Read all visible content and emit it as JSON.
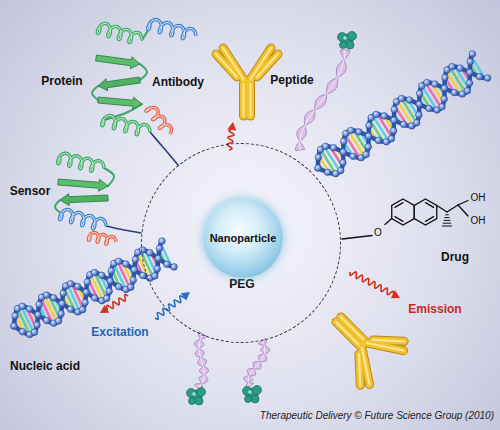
{
  "diagram": {
    "nodes": [
      {
        "text": [
          "PEG"
        ]
      },
      {
        "text": [
          "Nanoparticle"
        ],
        "in": 0
      }
    ],
    "labels": [
      "Protein",
      "Antibody",
      "Peptide",
      "Sensor",
      "OH",
      "OH",
      "O",
      "Drug",
      "Emission",
      "Excitation",
      "Nucleic acid",
      "Therapeutic Delivery © Future Science Group (2010)"
    ]
  }
}
